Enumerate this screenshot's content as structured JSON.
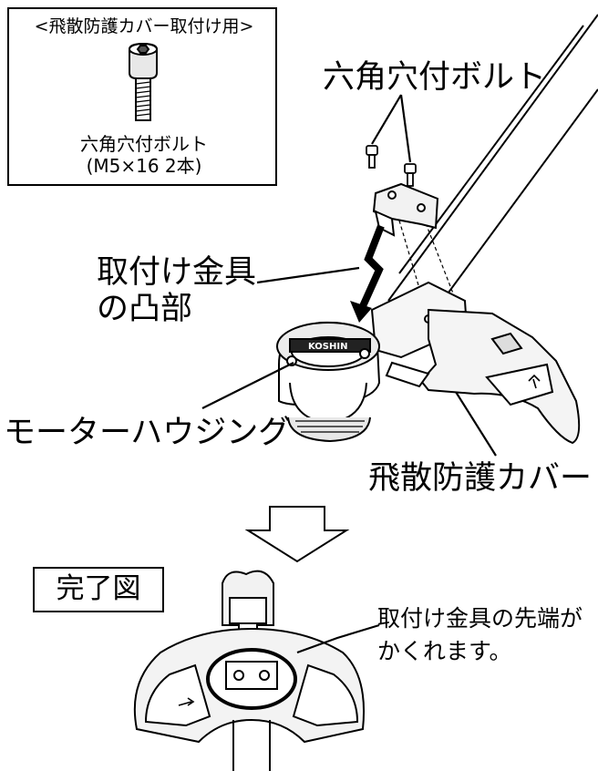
{
  "parts_box": {
    "title": "<飛散防護カバー取付け用>",
    "part_name": "六角穴付ボルト",
    "part_spec": "(M5×16 2本)"
  },
  "callouts": {
    "bolt": "六角穴付ボルト",
    "bracket_line1": "取付け金具",
    "bracket_line2": "の凸部",
    "motor_housing": "モーターハウジング",
    "guard": "飛散防護カバー"
  },
  "completion": {
    "box_label": "完了図",
    "note_line1": "取付け金具の先端が",
    "note_line2": "かくれます。"
  },
  "housing_brand": "KOSHIN"
}
